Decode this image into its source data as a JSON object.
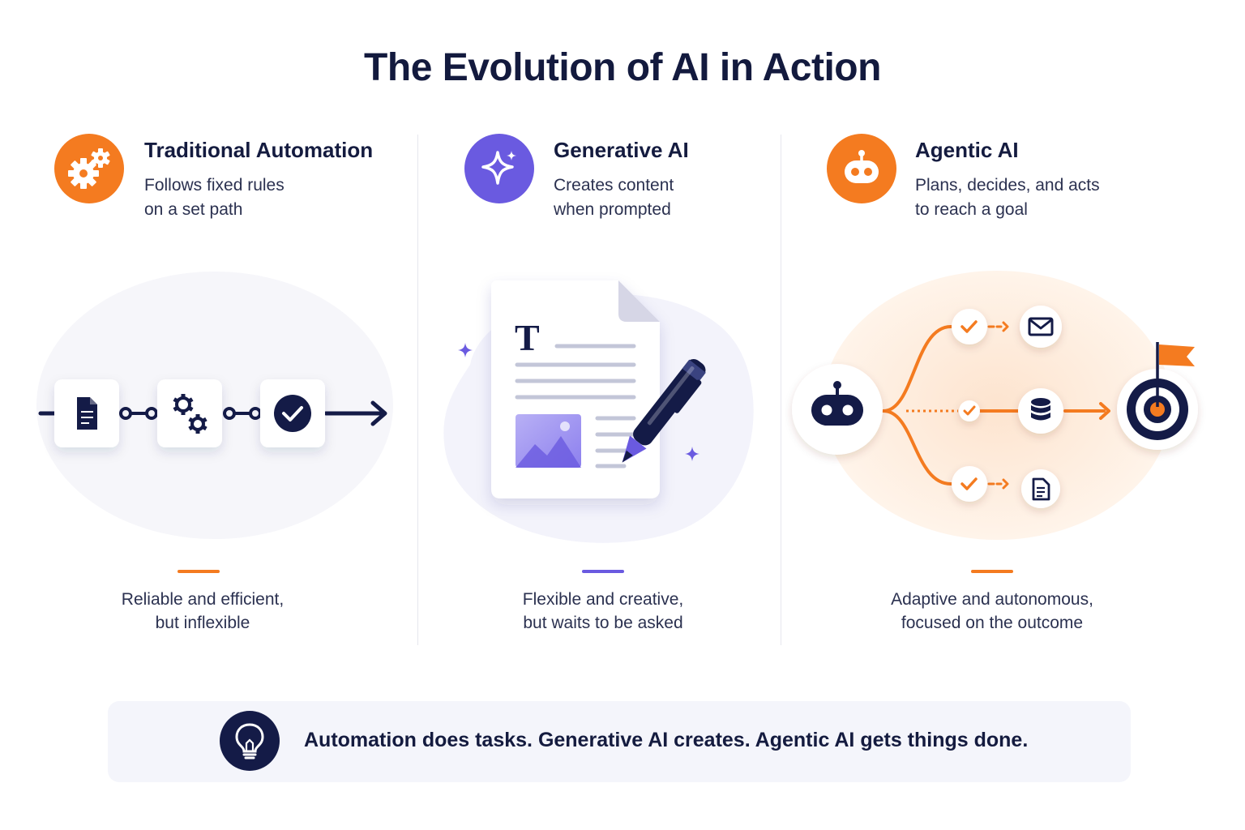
{
  "title": "The Evolution of AI in Action",
  "colors": {
    "orange": "#f47b20",
    "purple": "#6a5ae0",
    "navy": "#141b47"
  },
  "columns": [
    {
      "heading": "Traditional Automation",
      "desc": [
        "Follows fixed rules",
        "on a set path"
      ],
      "icon": "gears-icon",
      "caption": [
        "Reliable and efficient,",
        "but inflexible"
      ]
    },
    {
      "heading": "Generative AI",
      "desc": [
        "Creates content",
        "when prompted"
      ],
      "icon": "sparkle-icon",
      "caption": [
        "Flexible and creative,",
        "but waits to be asked"
      ]
    },
    {
      "heading": "Agentic AI",
      "desc": [
        "Plans, decides, and acts",
        "to reach a goal"
      ],
      "icon": "robot-icon",
      "caption": [
        "Adaptive and autonomous,",
        "focused on the outcome"
      ]
    }
  ],
  "document_letter": "T",
  "banner": {
    "text": "Automation does tasks. Generative AI creates. Agentic AI gets things done.",
    "icon": "lightbulb-icon"
  }
}
